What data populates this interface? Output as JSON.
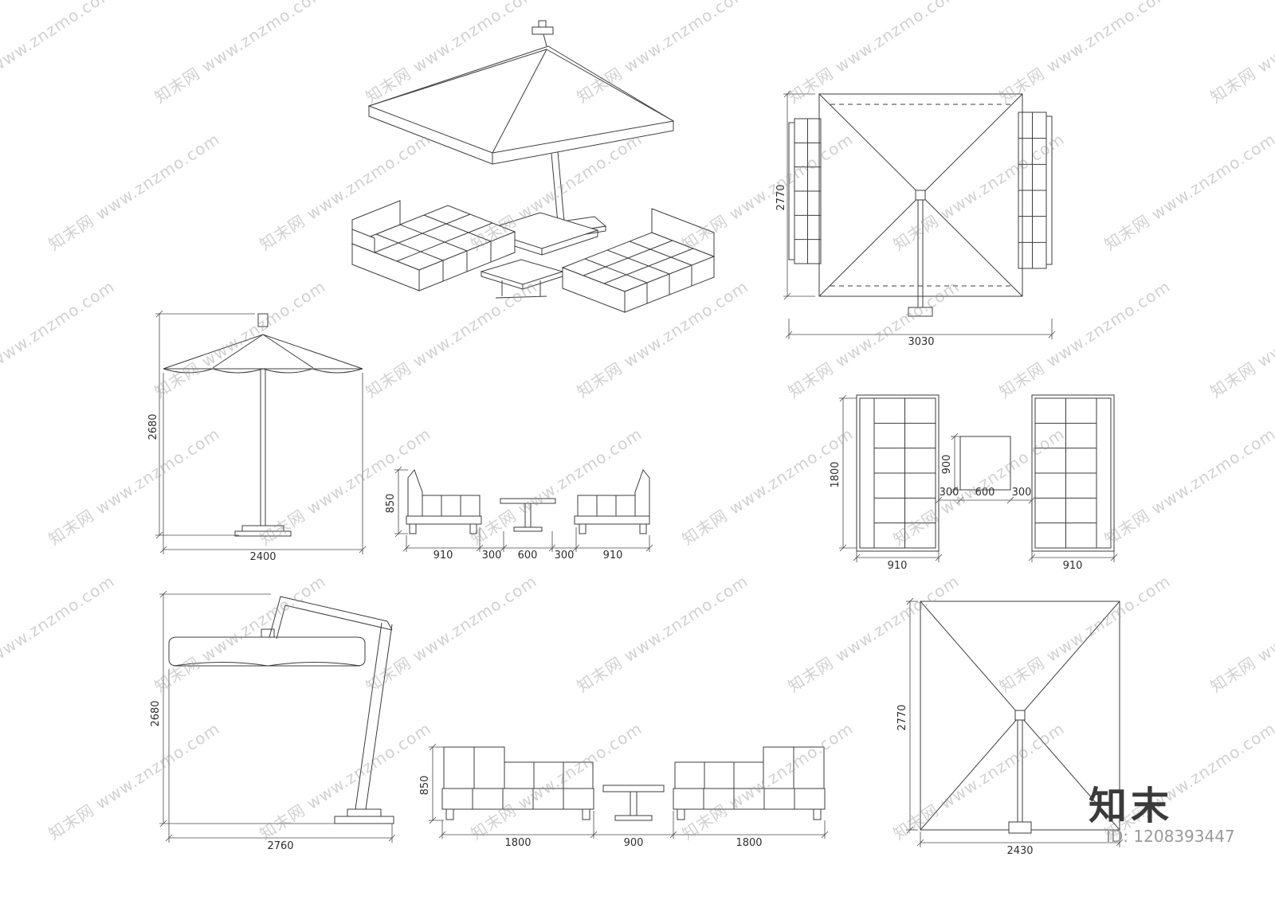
{
  "watermark": {
    "text": "知末网 www.znzmo.com"
  },
  "branding": {
    "logo": "知末",
    "id": "ID: 1208393447"
  },
  "views": {
    "plan_large": {
      "height_mm": "2770",
      "width_mm": "3030"
    },
    "umbrella_front": {
      "height_mm": "2680",
      "width_mm": "2400"
    },
    "sofa_front": {
      "height_mm": "850",
      "seg1": "910",
      "seg2": "300",
      "seg3": "600",
      "seg4": "300",
      "seg5": "910"
    },
    "sofa_plan": {
      "depth_mm": "1800",
      "table_depth_mm": "900",
      "gap_left_mm": "300",
      "table_width_mm": "600",
      "gap_right_mm": "300",
      "sofa_left_width_mm": "910",
      "sofa_right_width_mm": "910"
    },
    "umbrella_cantilever": {
      "height_mm": "2680",
      "width_mm": "2760"
    },
    "sofa_module_front": {
      "height_mm": "850",
      "left_width_mm": "1800",
      "table_width_mm": "900",
      "right_width_mm": "1800"
    },
    "plan_small": {
      "height_mm": "2770",
      "width_mm": "2430"
    }
  }
}
